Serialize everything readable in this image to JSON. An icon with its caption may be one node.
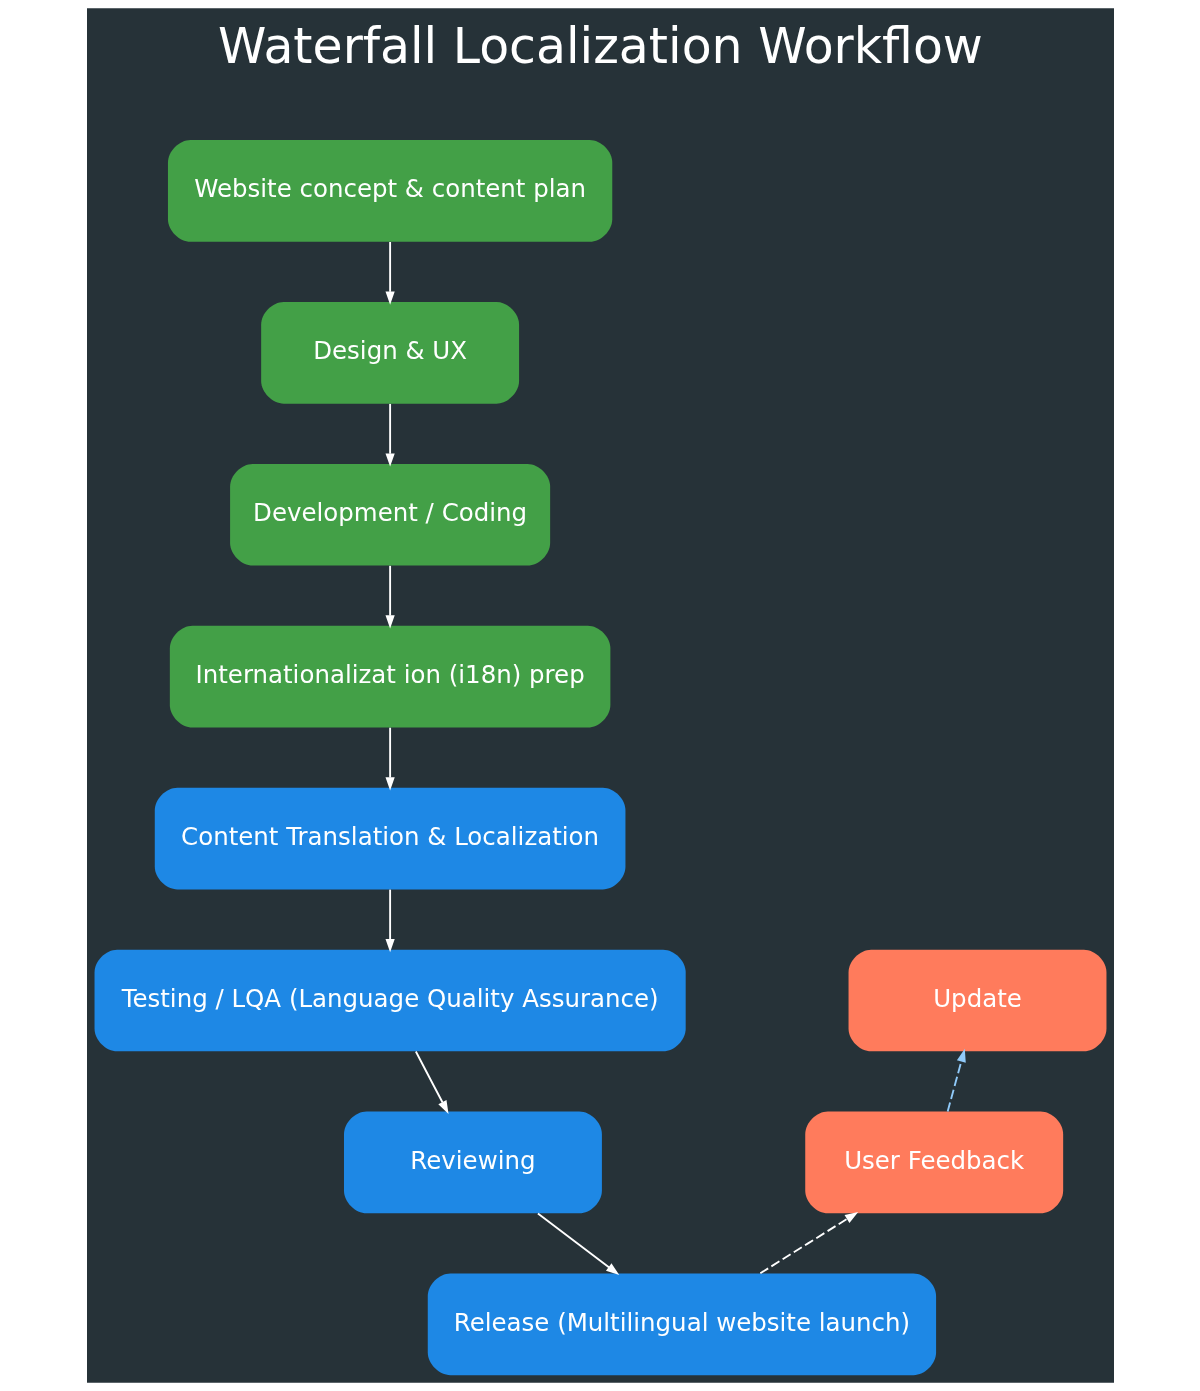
{
  "diagram": {
    "title": "Waterfall Localization Workflow",
    "nodes": [
      {
        "text": [
          "Website concept & content plan"
        ]
      },
      {
        "text": [
          "Design & UX"
        ]
      },
      {
        "text": [
          "Development / Coding"
        ]
      },
      {
        "text": [
          "Internationalizat ion (i18n) prep"
        ]
      },
      {
        "text": [
          "Content Translation & Localization"
        ]
      },
      {
        "text": [
          "Testing / LQA (Language Quality Assurance)"
        ]
      },
      {
        "text": [
          "Reviewing"
        ]
      },
      {
        "text": [
          "Release (Multilingual website launch)"
        ]
      },
      {
        "text": [
          "Update"
        ]
      },
      {
        "text": [
          "User Feedback"
        ]
      }
    ],
    "edges": [
      {
        "from": 0,
        "to": 1,
        "arrow": "to"
      },
      {
        "from": 1,
        "to": 2,
        "arrow": "to"
      },
      {
        "from": 2,
        "to": 3,
        "arrow": "to"
      },
      {
        "from": 3,
        "to": 4,
        "arrow": "to"
      },
      {
        "from": 4,
        "to": 5,
        "arrow": "to"
      },
      {
        "from": 5,
        "to": 6,
        "arrow": "to"
      },
      {
        "from": 6,
        "to": 7,
        "arrow": "to"
      },
      {
        "from": 7,
        "to": 9,
        "arrow": "to",
        "style": "dashed"
      },
      {
        "from": 9,
        "to": 8,
        "arrow": "to",
        "style": "dashed",
        "color": "#90caf9"
      }
    ]
  }
}
